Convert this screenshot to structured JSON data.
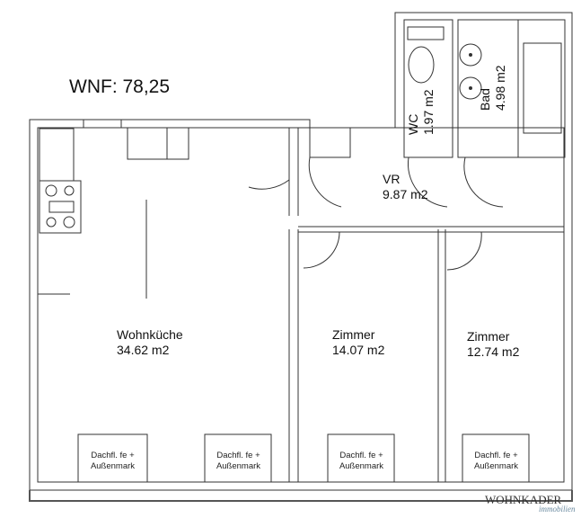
{
  "title": "WNF: 78,25",
  "rooms": [
    {
      "name": "Wohnküche",
      "area": "34.62 m2"
    },
    {
      "name": "VR",
      "area": "9.87 m2"
    },
    {
      "name": "WC",
      "area": "1.97 m2"
    },
    {
      "name": "Bad",
      "area": "4.98 m2"
    },
    {
      "name": "Zimmer",
      "area": "14.07 m2"
    },
    {
      "name": "Zimmer",
      "area": "12.74 m2"
    }
  ],
  "windows": [
    {
      "line1": "Dachfl. fe +",
      "line2": "Außenmark"
    },
    {
      "line1": "Dachfl. fe +",
      "line2": "Außenmark"
    },
    {
      "line1": "Dachfl. fe +",
      "line2": "Außenmark"
    },
    {
      "line1": "Dachfl. fe +",
      "line2": "Außenmark"
    }
  ],
  "logo": {
    "main": "WOHNKADER",
    "sub": "immobilien"
  }
}
